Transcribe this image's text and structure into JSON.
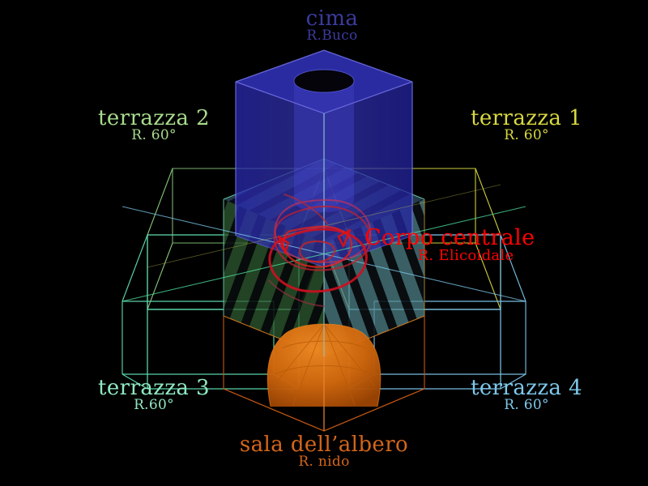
{
  "scene": {
    "background": "#000000",
    "title": "3D architectural diagram of a tower with four terraces",
    "projection": "isometric"
  },
  "labels": [
    {
      "id": "cima",
      "title": "cima",
      "sub": "R.Buco",
      "color": "#3b3b9e",
      "position": "top-center",
      "refers_to": "blue-tower"
    },
    {
      "id": "terrazza2",
      "title": "terrazza 2",
      "sub": "R. 60°",
      "color": "#a8dc8c",
      "position": "upper-left",
      "refers_to": "terrace-box-2"
    },
    {
      "id": "terrazza1",
      "title": "terrazza 1",
      "sub": "R. 60°",
      "color": "#d8d840",
      "position": "upper-right",
      "refers_to": "terrace-box-1"
    },
    {
      "id": "terrazza3",
      "title": "terrazza 3",
      "sub": "R.60°",
      "color": "#90e8c0",
      "position": "lower-left",
      "refers_to": "terrace-box-3"
    },
    {
      "id": "terrazza4",
      "title": "terrazza 4",
      "sub": "R. 60°",
      "color": "#7ec8ec",
      "position": "lower-right",
      "refers_to": "terrace-box-4"
    },
    {
      "id": "sala",
      "title": "sala dell’albero",
      "sub": "R. nido",
      "color": "#d4661a",
      "position": "bottom-center",
      "refers_to": "orange-dome"
    },
    {
      "id": "corpo",
      "title": "Corpo centrale",
      "sub": "R. Elicoidale",
      "color": "#ff0000",
      "position": "middle-right",
      "refers_to": "central-body"
    }
  ],
  "geometry": {
    "tower": {
      "name": "blue-tower",
      "fill": "#2d2dbe",
      "edge": "#6a6aff",
      "hole": {
        "name": "cylindrical-shaft",
        "fill": "#000000",
        "wall": "#4a4ad8"
      }
    },
    "central_body": {
      "name": "central-body",
      "left_face": "#2e5a31",
      "right_face": "#4f8288",
      "top_face": "#3a6a6e",
      "stripe": "#07090a",
      "helix": "#cc0c0c",
      "helix_secondary": "#8e2030"
    },
    "dome": {
      "name": "orange-dome",
      "fill": "#d2690e",
      "facet_light": "#e8832a",
      "facet_dark": "#a94d06",
      "edge": "#ff8c1a"
    },
    "terrace_boxes": [
      {
        "name": "terrace-box-1",
        "edge": "#d8d840"
      },
      {
        "name": "terrace-box-2",
        "edge": "#8fd080"
      },
      {
        "name": "terrace-box-3",
        "edge": "#60e0b0"
      },
      {
        "name": "terrace-box-4",
        "edge": "#7ec8ec"
      }
    ],
    "base_box": {
      "name": "base-box",
      "edge": "#c85a14"
    },
    "axes": {
      "name": "axis-lines",
      "vertical": "#8fd0d0",
      "diagonal_left": "#4fe0a0",
      "diagonal_right": "#7ec8ec",
      "diagonal_yellow": "#c8c850"
    }
  }
}
